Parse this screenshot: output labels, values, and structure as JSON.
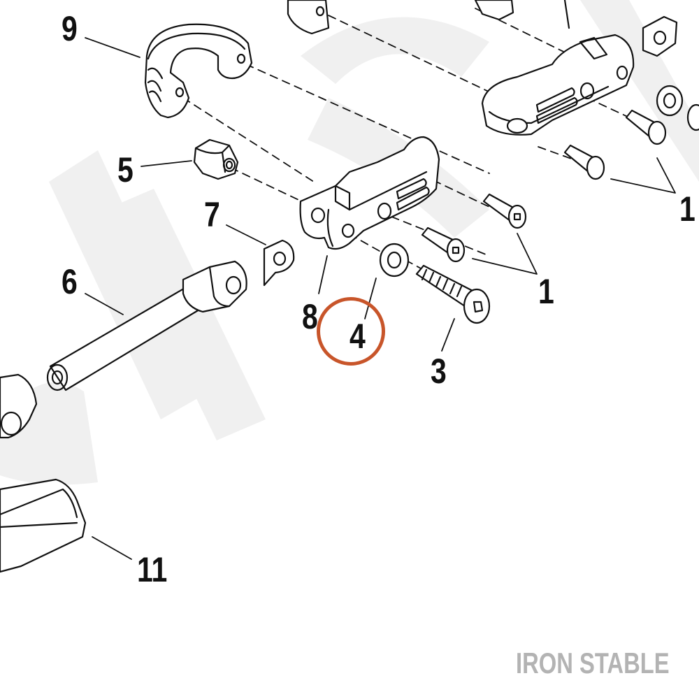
{
  "callouts": {
    "c9": "9",
    "c5": "5",
    "c7": "7",
    "c6": "6",
    "c8": "8",
    "c4": "4",
    "c3": "3",
    "c1a": "1",
    "c1b": "1",
    "c11": "11"
  },
  "highlight": {
    "part": "4",
    "color": "#c8552a"
  },
  "brand": {
    "text": "IRON STABLE",
    "color": "#b3b3b3"
  },
  "watermark": {
    "color": "#f0f0f0"
  }
}
